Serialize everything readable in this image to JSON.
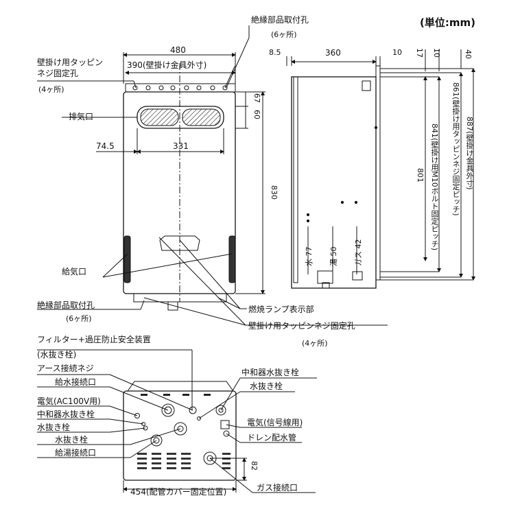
{
  "unit": "(単位:mm)",
  "top_labels": {
    "insulation_top": "絶縁部品取付孔",
    "insulation_top_count": "(6ヶ所)",
    "wall_screw_1": "壁掛け用タッピン",
    "wall_screw_2": "ネジ固定孔",
    "wall_screw_count": "(4ヶ所)",
    "exhaust": "排気口",
    "intake": "給気口",
    "insulation_bottom": "絶縁部品取付孔",
    "insulation_bottom_count": "(6ヶ所)",
    "burn_lamp": "燃焼ランプ表示部",
    "wall_screw_right": "壁掛け用タッピンネジ固定孔",
    "wall_screw_right_count": "(4ヶ所)"
  },
  "front_dims": {
    "width": "480",
    "bracket": "390(壁掛け金具外寸)",
    "left_offset": "74.5",
    "exhaust_width": "331",
    "height": "830",
    "d60": "60",
    "d67": "67"
  },
  "side_dims": {
    "d8_5": "8.5",
    "d360": "360",
    "d10a": "10",
    "d10b": "10",
    "d17": "17",
    "d40": "40",
    "d801": "801",
    "d841": "841(壁掛け用M10ボルト固定ピッチ)",
    "d861": "861(壁掛け用タッピンネジ固定ピッチ)",
    "d887": "887(壁掛け金具外寸)",
    "water": "水 77",
    "hot": "湯 50",
    "gas": "ガス 42"
  },
  "bottom_labels": {
    "filter": "フィルター+過圧防止安全装置",
    "drain_plug_paren": "(水抜き栓)",
    "earth_screw": "アース接続ネジ",
    "water_supply": "給水接続口",
    "power_ac": "電気(AC100V用)",
    "neutralizer_drain_left": "中和器水抜き栓",
    "drain_plug_1": "水抜き栓",
    "drain_plug_2": "水抜き栓",
    "hot_outlet": "給湯接続口",
    "neutralizer_drain_right": "中和器水抜き栓",
    "drain_plug_right": "水抜き栓",
    "power_signal": "電気(信号線用)",
    "drain_pipe": "ドレン配水管",
    "gas_inlet": "ガス接続口",
    "cover_pos": "454(配管カバー固定位置)",
    "d82": "82"
  }
}
